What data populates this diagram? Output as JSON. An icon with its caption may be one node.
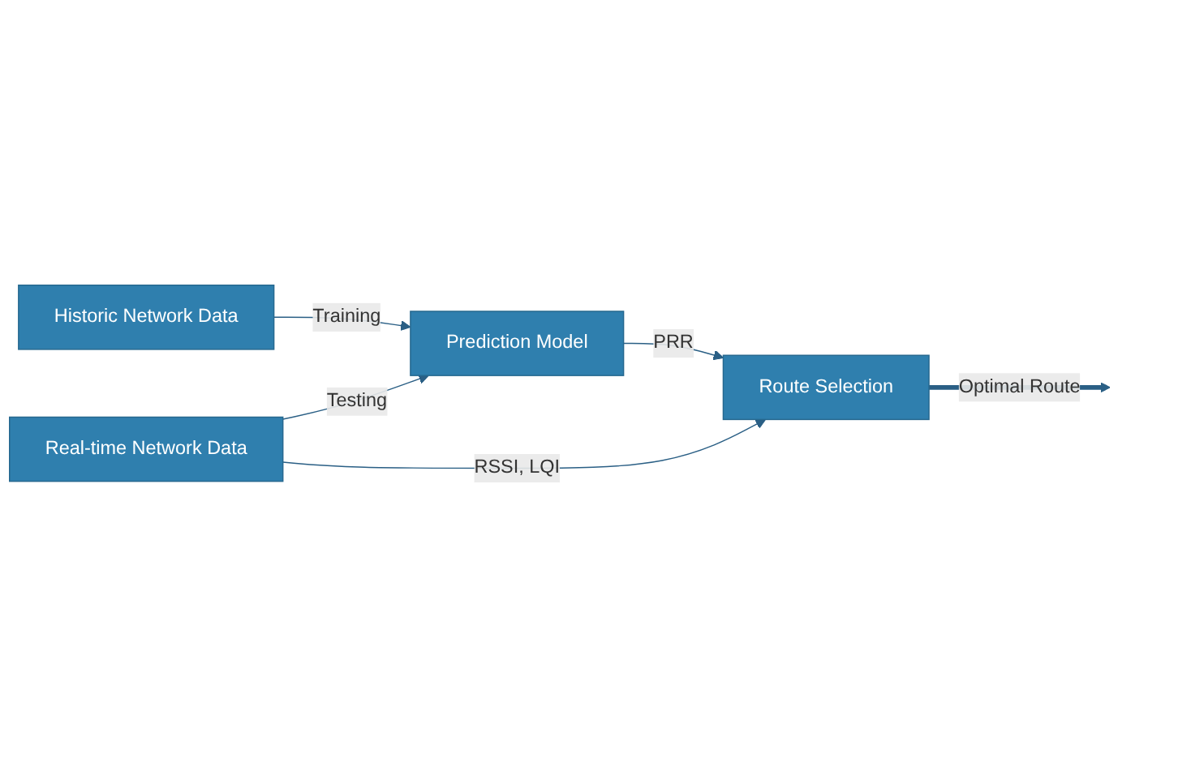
{
  "diagram": {
    "nodes": [
      {
        "text": [
          "Historic Network Data"
        ]
      },
      {
        "text": [
          "Prediction Model"
        ]
      },
      {
        "text": [
          "Route Selection"
        ]
      },
      {
        "text": [
          "Real-time Network Data"
        ]
      }
    ],
    "edges": [
      {
        "from": 0,
        "to": 1,
        "arrow": "to",
        "label": "Training"
      },
      {
        "from": 1,
        "to": 2,
        "arrow": "to",
        "label": "PRR"
      },
      {
        "from": 3,
        "to": 1,
        "arrow": "to",
        "label": "Testing"
      },
      {
        "from": 3,
        "to": 2,
        "arrow": "to",
        "label": "RSSI, LQI"
      },
      {
        "from": 2,
        "to": null,
        "arrow": "to",
        "label": "Optimal Route",
        "style": "thick"
      }
    ]
  }
}
